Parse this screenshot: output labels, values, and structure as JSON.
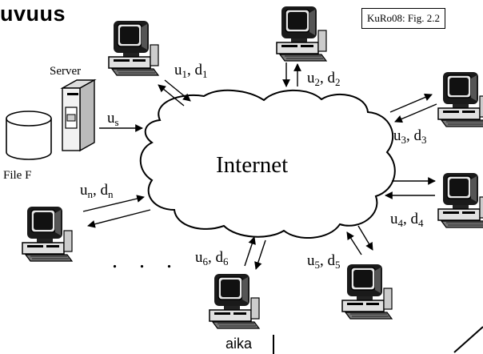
{
  "title": "uvuus",
  "reference": "KuRo08: Fig. 2.2",
  "cloud_label": "Internet",
  "server_label": "Server",
  "file_label": "File F",
  "server_link": {
    "u": "u",
    "sub": "s"
  },
  "peers": [
    {
      "id": "1",
      "u": "u",
      "u_sub": "1",
      "d": "d",
      "d_sub": "1"
    },
    {
      "id": "2",
      "u": "u",
      "u_sub": "2",
      "d": "d",
      "d_sub": "2"
    },
    {
      "id": "3",
      "u": "u",
      "u_sub": "3",
      "d": "d",
      "d_sub": "3"
    },
    {
      "id": "4",
      "u": "u",
      "u_sub": "4",
      "d": "d",
      "d_sub": "4"
    },
    {
      "id": "5",
      "u": "u",
      "u_sub": "5",
      "d": "d",
      "d_sub": "5"
    },
    {
      "id": "6",
      "u": "u",
      "u_sub": "6",
      "d": "d",
      "d_sub": "6"
    },
    {
      "id": "n",
      "u": "u",
      "u_sub": "n",
      "d": "d",
      "d_sub": "n"
    }
  ],
  "ellipsis": ". . .",
  "footer_label": "aika"
}
